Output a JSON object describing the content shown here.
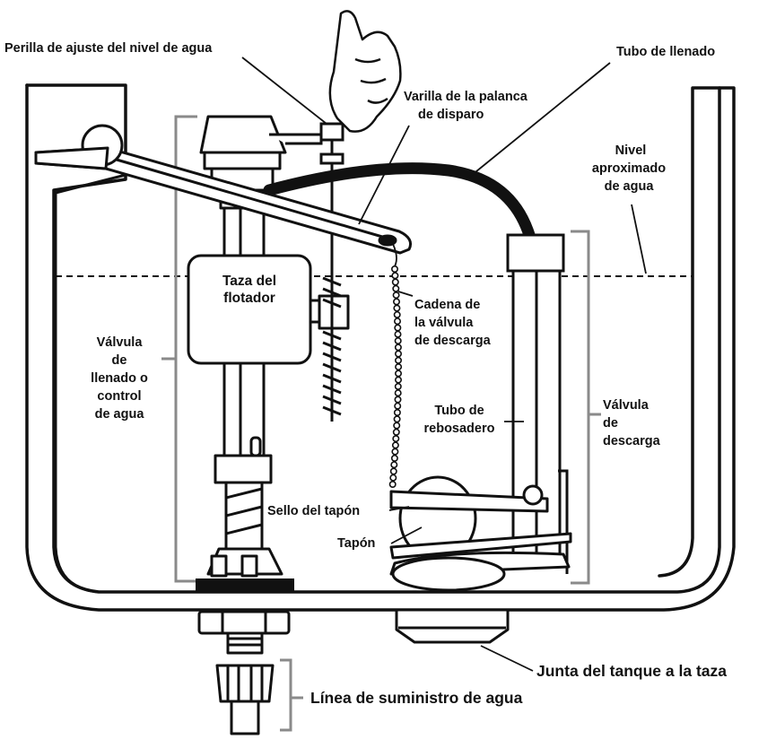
{
  "labels": {
    "float_adjust_knob": "Perilla de ajuste del nivel de agua",
    "fill_tube": "Tubo de llenado",
    "trip_lever_rod_1": "Varilla de la palanca",
    "trip_lever_rod_2": "de disparo",
    "water_level_1": "Nivel",
    "water_level_2": "aproximado",
    "water_level_3": "de agua",
    "float_cup_1": "Taza del",
    "float_cup_2": "flotador",
    "flush_chain_1": "Cadena de",
    "flush_chain_2": "la válvula",
    "flush_chain_3": "de descarga",
    "fill_valve_1": "Válvula",
    "fill_valve_2": "de",
    "fill_valve_3": "llenado o",
    "fill_valve_4": "control",
    "fill_valve_5": "de agua",
    "overflow_tube_1": "Tubo de",
    "overflow_tube_2": "rebosadero",
    "flush_valve_1": "Válvula",
    "flush_valve_2": "de",
    "flush_valve_3": "descarga",
    "flapper_seal": "Sello del tapón",
    "flapper": "Tapón",
    "tank_to_bowl_gasket": "Junta del tanque a la taza",
    "water_supply_line": "Línea de suministro de agua"
  }
}
